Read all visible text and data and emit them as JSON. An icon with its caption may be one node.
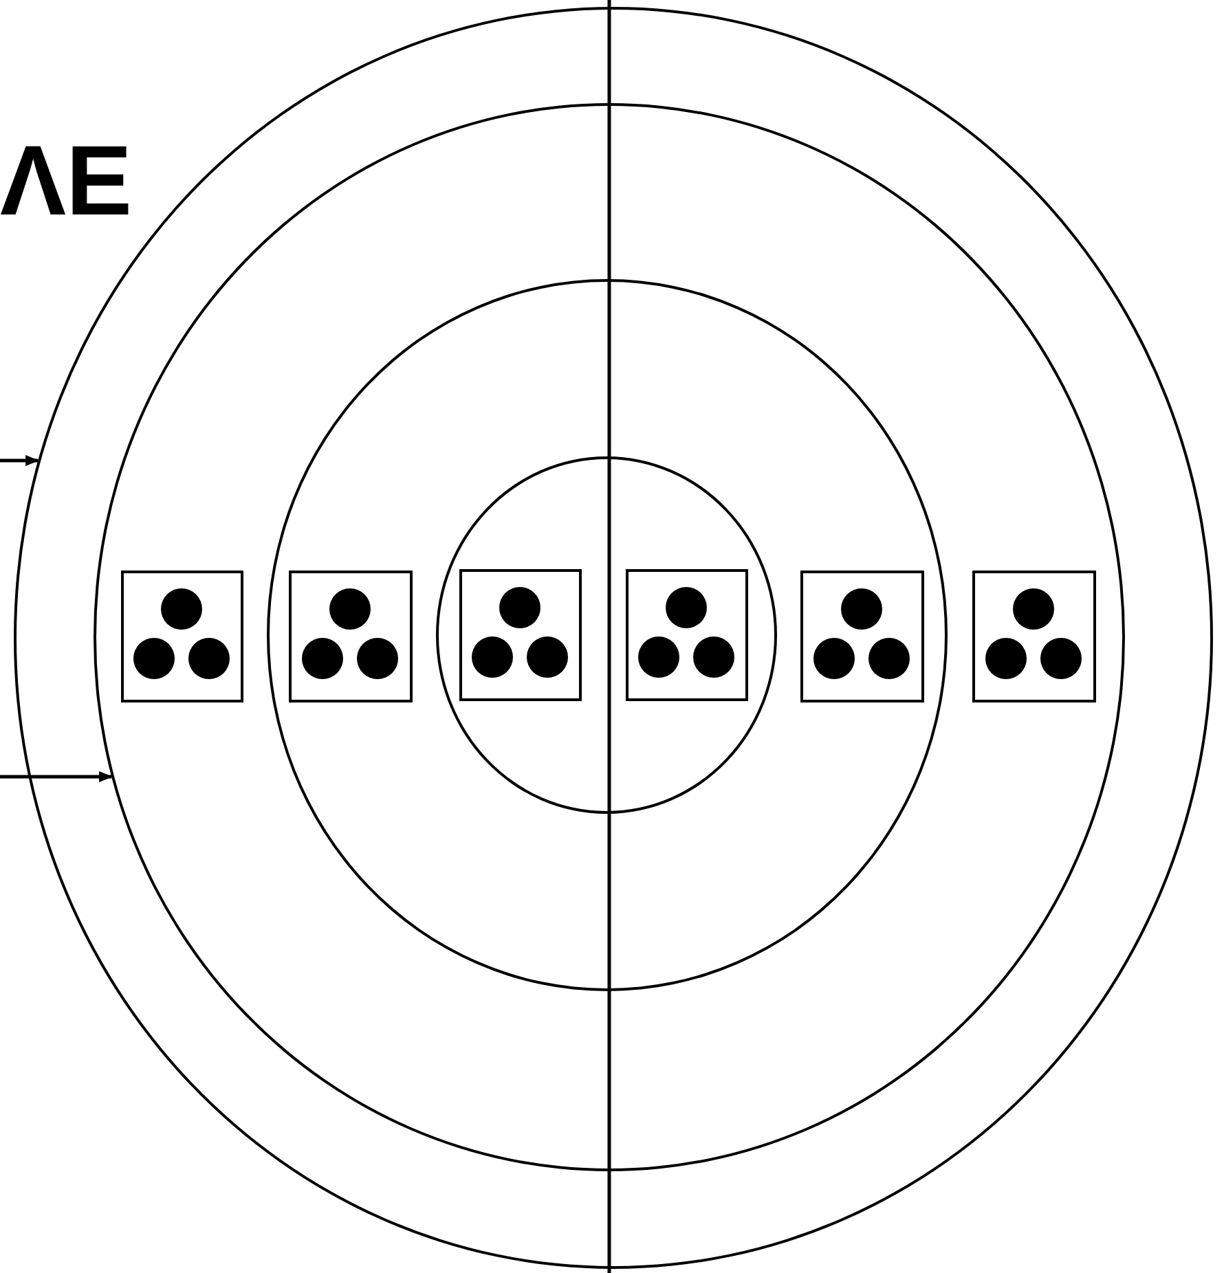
{
  "diagram": {
    "nodes": [
      {
        "text": [],
        "shape": "circle"
      },
      {
        "text": [],
        "shape": "circle",
        "in": 0
      },
      {
        "text": [],
        "shape": "circle",
        "in": 1
      },
      {
        "text": [],
        "shape": "circle",
        "in": 2
      },
      {
        "text": [],
        "shape": "box",
        "in": 1
      },
      {
        "text": [],
        "shape": "box",
        "in": 2
      },
      {
        "text": [],
        "shape": "box",
        "in": 3
      },
      {
        "text": [],
        "shape": "box",
        "in": 3
      },
      {
        "text": [],
        "shape": "box",
        "in": 2
      },
      {
        "text": [],
        "shape": "box",
        "in": 1
      }
    ],
    "edges": [
      {
        "from": null,
        "to": 0,
        "arrow": "to"
      },
      {
        "from": null,
        "to": 1,
        "arrow": "to"
      }
    ],
    "labels": [
      "ΛE"
    ]
  }
}
